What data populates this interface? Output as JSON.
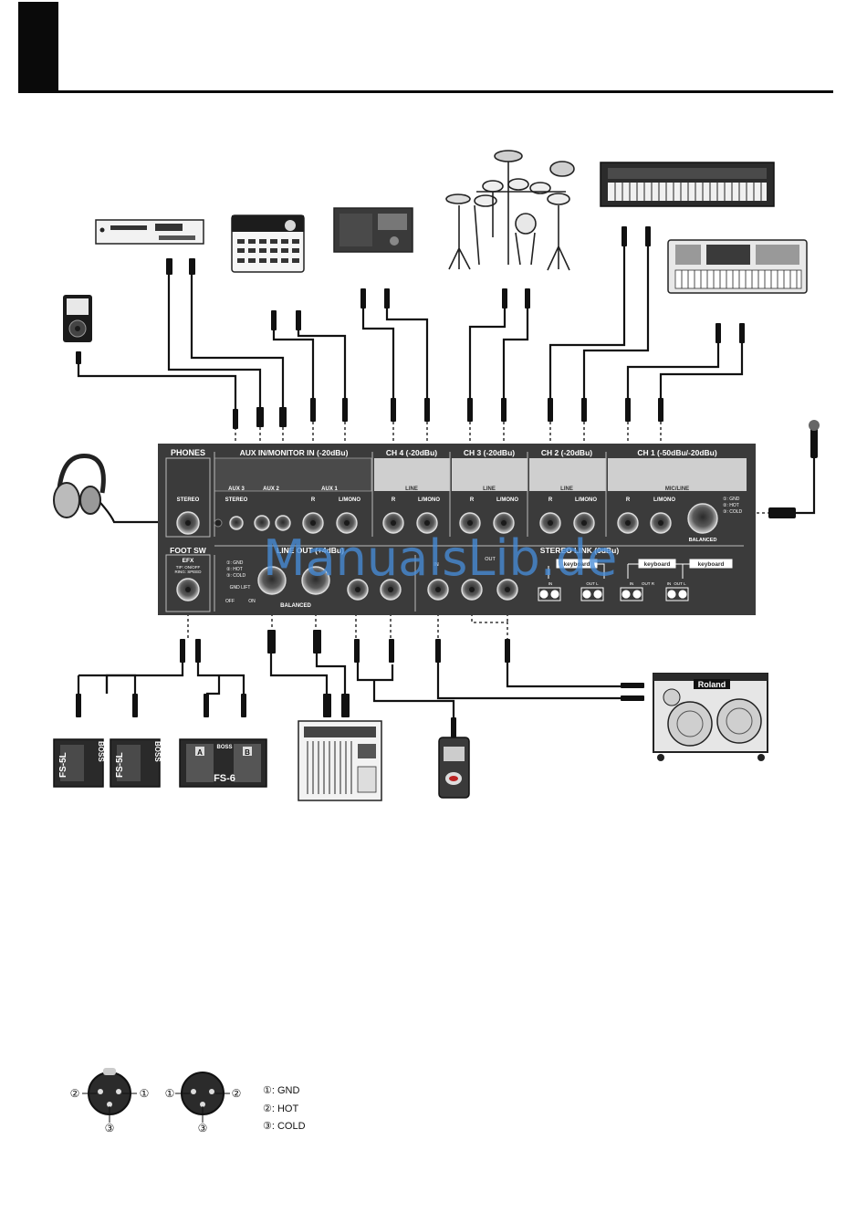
{
  "panel": {
    "sections_top": {
      "phones": "PHONES",
      "aux_monitor": "AUX IN/MONITOR IN (-20dBu)",
      "ch4": "CH 4 (-20dBu)",
      "ch3": "CH 3 (-20dBu)",
      "ch2": "CH 2 (-20dBu)",
      "ch1": "CH 1 (-50dBu/-20dBu)"
    },
    "sub_labels": {
      "phones_stereo": "STEREO",
      "aux3": "AUX 3",
      "aux3_stereo": "STEREO",
      "aux2": "AUX 2",
      "aux1": "AUX 1",
      "aux1_r": "R",
      "aux1_lmono": "L/MONO",
      "ch4_line": "LINE",
      "ch4_r": "R",
      "ch4_lmono": "L/MONO",
      "ch3_line": "LINE",
      "ch3_r": "R",
      "ch3_lmono": "L/MONO",
      "ch2_line": "LINE",
      "ch2_r": "R",
      "ch2_lmono": "L/MONO",
      "ch1_micline": "MIC/LINE",
      "ch1_r": "R",
      "ch1_lmono": "L/MONO",
      "ch1_balanced": "BALANCED",
      "ch1_pin1": "①: GND",
      "ch1_pin2": "②: HOT",
      "ch1_pin3": "③: COLD"
    },
    "sections_bottom": {
      "footsw": "FOOT SW",
      "efx": "EFX",
      "efx_tip": "TIP: ON/OFF",
      "efx_ring": "RING: SPEED",
      "lineout": "LINE OUT (+4dBu)",
      "gnd": "①: GND",
      "hot": "②: HOT",
      "cold": "③: COLD",
      "gndlift": "GND LIFT",
      "off": "OFF",
      "on": "ON",
      "balanced": "BALANCED",
      "stereolink": "STEREO LINK (0dBu)",
      "in": "IN",
      "out": "OUT",
      "keyboard1": "keyboard",
      "keyboard2": "keyboard",
      "keyboard3": "keyboard",
      "in_l": "IN",
      "out_l": "OUT L",
      "in2": "IN",
      "out_r": "OUT R",
      "in3": "IN",
      "out3": "OUT L"
    }
  },
  "devices": {
    "pedal1_model": "FS-5L",
    "pedal1_brand": "BOSS",
    "pedal2_model": "FS-5L",
    "pedal2_brand": "BOSS",
    "pedal3_model": "FS-6",
    "pedal3_brand": "BOSS",
    "pedal3_a": "A",
    "pedal3_b": "B",
    "amp_brand": "Roland"
  },
  "legend": {
    "gnd": "①: GND",
    "hot": "②: HOT",
    "cold": "③: COLD",
    "n1": "①",
    "n2": "②",
    "n3": "③"
  },
  "watermark": "ManualsLib.de"
}
